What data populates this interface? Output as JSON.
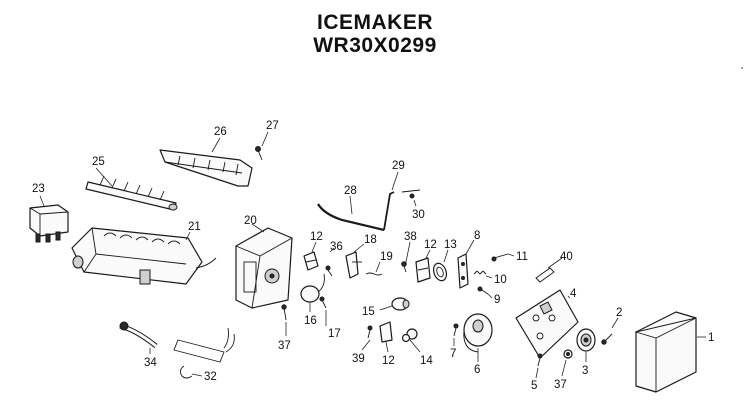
{
  "title": {
    "line1": "ICEMAKER",
    "line2": "WR30X0299"
  },
  "callouts": [
    {
      "id": "p1",
      "label": "1"
    },
    {
      "id": "p2",
      "label": "2"
    },
    {
      "id": "p3",
      "label": "3"
    },
    {
      "id": "p4",
      "label": "4"
    },
    {
      "id": "p5",
      "label": "5"
    },
    {
      "id": "p6",
      "label": "6"
    },
    {
      "id": "p7",
      "label": "7"
    },
    {
      "id": "p8",
      "label": "8"
    },
    {
      "id": "p9",
      "label": "9"
    },
    {
      "id": "p10",
      "label": "10"
    },
    {
      "id": "p11",
      "label": "11"
    },
    {
      "id": "p12a",
      "label": "12"
    },
    {
      "id": "p12b",
      "label": "12"
    },
    {
      "id": "p12c",
      "label": "12"
    },
    {
      "id": "p13",
      "label": "13"
    },
    {
      "id": "p14",
      "label": "14"
    },
    {
      "id": "p15",
      "label": "15"
    },
    {
      "id": "p16",
      "label": "16"
    },
    {
      "id": "p17",
      "label": "17"
    },
    {
      "id": "p18",
      "label": "18"
    },
    {
      "id": "p19",
      "label": "19"
    },
    {
      "id": "p20",
      "label": "20"
    },
    {
      "id": "p21",
      "label": "21"
    },
    {
      "id": "p23",
      "label": "23"
    },
    {
      "id": "p25",
      "label": "25"
    },
    {
      "id": "p26",
      "label": "26"
    },
    {
      "id": "p27",
      "label": "27"
    },
    {
      "id": "p28",
      "label": "28"
    },
    {
      "id": "p29",
      "label": "29"
    },
    {
      "id": "p30",
      "label": "30"
    },
    {
      "id": "p32",
      "label": "32"
    },
    {
      "id": "p34",
      "label": "34"
    },
    {
      "id": "p36",
      "label": "36"
    },
    {
      "id": "p37a",
      "label": "37"
    },
    {
      "id": "p37b",
      "label": "37"
    },
    {
      "id": "p38",
      "label": "38"
    },
    {
      "id": "p39",
      "label": "39"
    },
    {
      "id": "p40",
      "label": "40"
    }
  ]
}
